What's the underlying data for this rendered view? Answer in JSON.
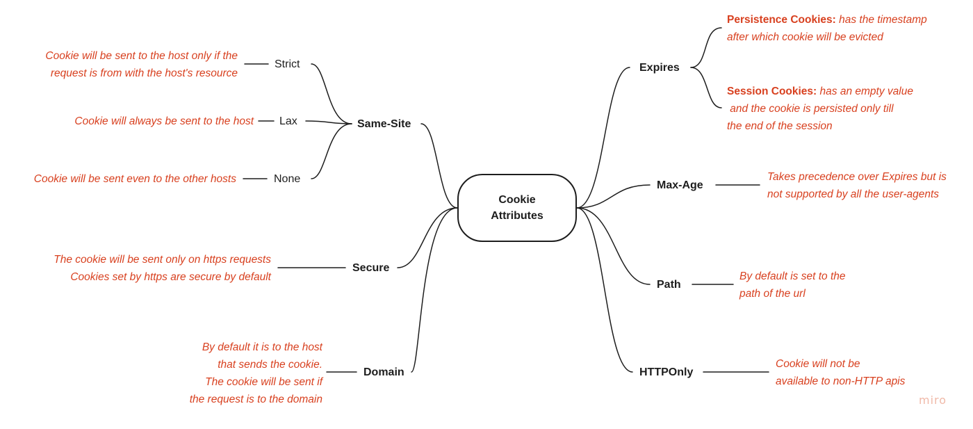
{
  "center": {
    "line1": "Cookie",
    "line2": "Attributes"
  },
  "left": {
    "same_site": {
      "label": "Same-Site",
      "options": {
        "strict": {
          "label": "Strict",
          "desc": [
            "Cookie will be sent to the host only if the",
            "request is from with the host's resource"
          ]
        },
        "lax": {
          "label": "Lax",
          "desc": [
            "Cookie will always be sent to the host"
          ]
        },
        "none": {
          "label": "None",
          "desc": [
            "Cookie will be sent even to the other hosts"
          ]
        }
      }
    },
    "secure": {
      "label": "Secure",
      "desc": [
        "The cookie will be sent only on https requests",
        "Cookies set by https are secure by default"
      ]
    },
    "domain": {
      "label": "Domain",
      "desc": [
        "By default it  is to the host",
        "that sends the cookie.",
        "The cookie will be sent if",
        "the  request is to the domain"
      ]
    }
  },
  "right": {
    "expires": {
      "label": "Expires",
      "persistence": {
        "title": "Persistence Cookies:",
        "desc": [
          "has the timestamp",
          "after which cookie will be evicted"
        ]
      },
      "session": {
        "title": "Session Cookies:",
        "desc": [
          "has an empty value",
          " and the cookie is persisted only till",
          "the end of the session"
        ]
      }
    },
    "max_age": {
      "label": "Max-Age",
      "desc": [
        "Takes precedence over Expires but is",
        "not supported by all the user-agents"
      ]
    },
    "path": {
      "label": "Path",
      "desc": [
        "By default is set to the",
        "path of the url"
      ]
    },
    "httponly": {
      "label": "HTTPOnly",
      "desc": [
        "Cookie will not be",
        "available to non-HTTP apis"
      ]
    }
  },
  "watermark": "miro",
  "colors": {
    "line": "#1d1d1d",
    "description": "#d8401f",
    "watermark": "#f0b9a8"
  }
}
